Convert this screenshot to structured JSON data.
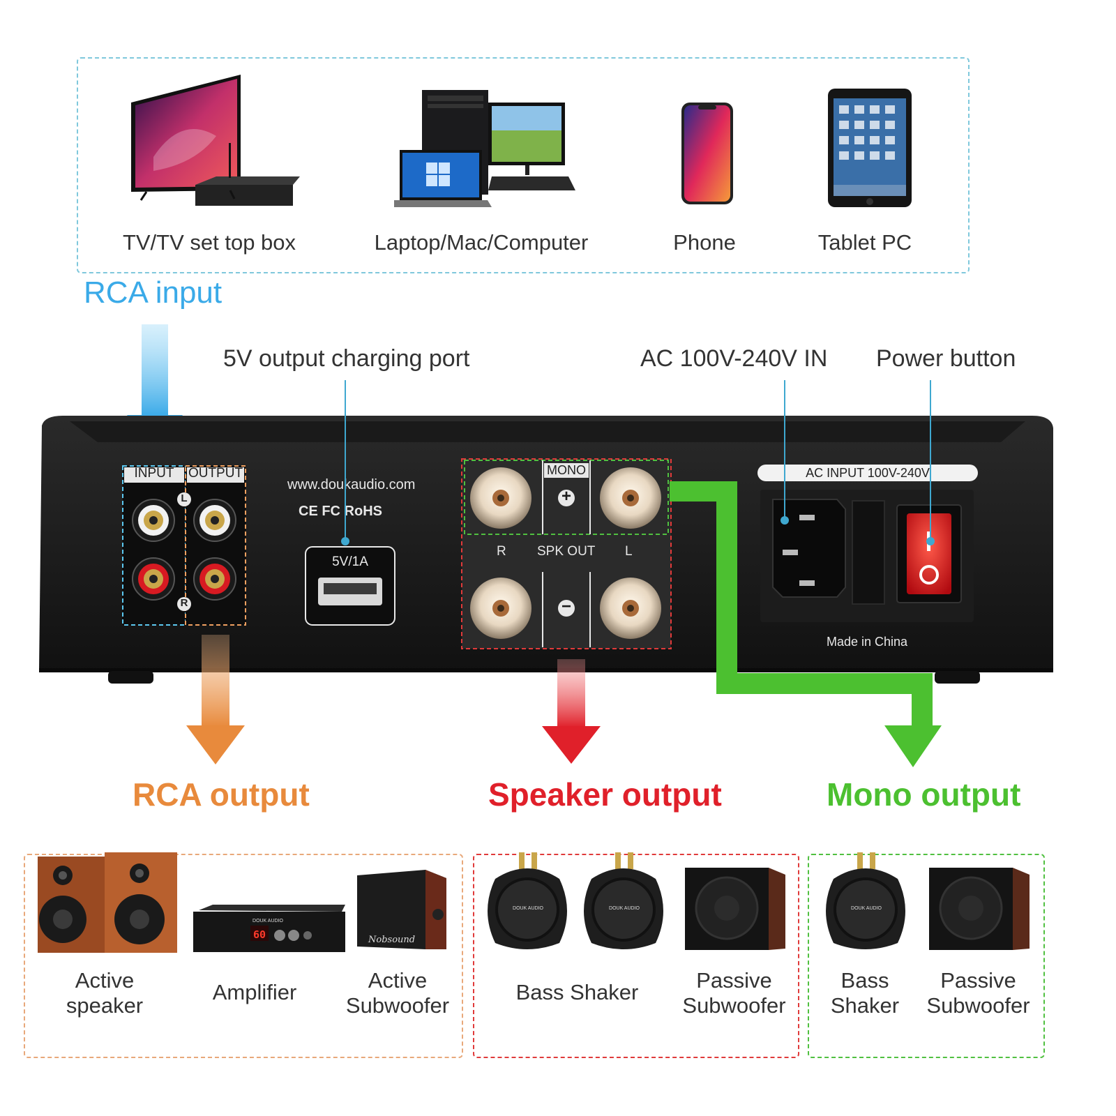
{
  "sources": {
    "items": [
      {
        "label": "TV/TV set top box",
        "icon": "tv-settop-box-icon"
      },
      {
        "label": "Laptop/Mac/Computer",
        "icon": "computer-icon"
      },
      {
        "label": "Phone",
        "icon": "phone-icon"
      },
      {
        "label": "Tablet PC",
        "icon": "tablet-icon"
      }
    ]
  },
  "labels": {
    "rca_input": "RCA input",
    "usb_port": "5V output charging port",
    "ac_in": "AC 100V-240V IN",
    "power_button": "Power button",
    "rca_output": "RCA output",
    "speaker_output": "Speaker output",
    "mono_output": "Mono output"
  },
  "panel": {
    "input": "INPUT",
    "output": "OUTPUT",
    "ch_l": "L",
    "ch_r": "R",
    "website": "www.doukaudio.com",
    "certs": "CE  FC  RoHS",
    "usb": "5V/1A",
    "mono": "MONO",
    "plus": "+",
    "minus": "−",
    "spk_r": "R",
    "spk_out": "SPK OUT",
    "spk_l": "L",
    "ac_input": "AC INPUT 100V-240V",
    "made_in": "Made in China",
    "logo_text": "DOUK AUDIO",
    "amp_display": "60",
    "subwoofer_logo": "Nobsound"
  },
  "outputs": {
    "rca": {
      "line1": "Active",
      "line2": "speaker",
      "amp": "Amplifier",
      "sub1": "Active",
      "sub2": "Subwoofer"
    },
    "speaker": {
      "shaker": "Bass Shaker",
      "sub1": "Passive",
      "sub2": "Subwoofer"
    },
    "mono": {
      "shaker1": "Bass",
      "shaker2": "Shaker",
      "sub1": "Passive",
      "sub2": "Subwoofer"
    }
  },
  "colors": {
    "rca_input": "#3aaae8",
    "rca_output": "#e88a3c",
    "speaker_output": "#e0202a",
    "mono_output": "#4cc030",
    "box_input": "#5cc8f0",
    "box_output": "#f0a060",
    "box_speaker": "#e03a3a",
    "box_mono": "#50c040",
    "ac_lead": "#3fa8d0"
  }
}
